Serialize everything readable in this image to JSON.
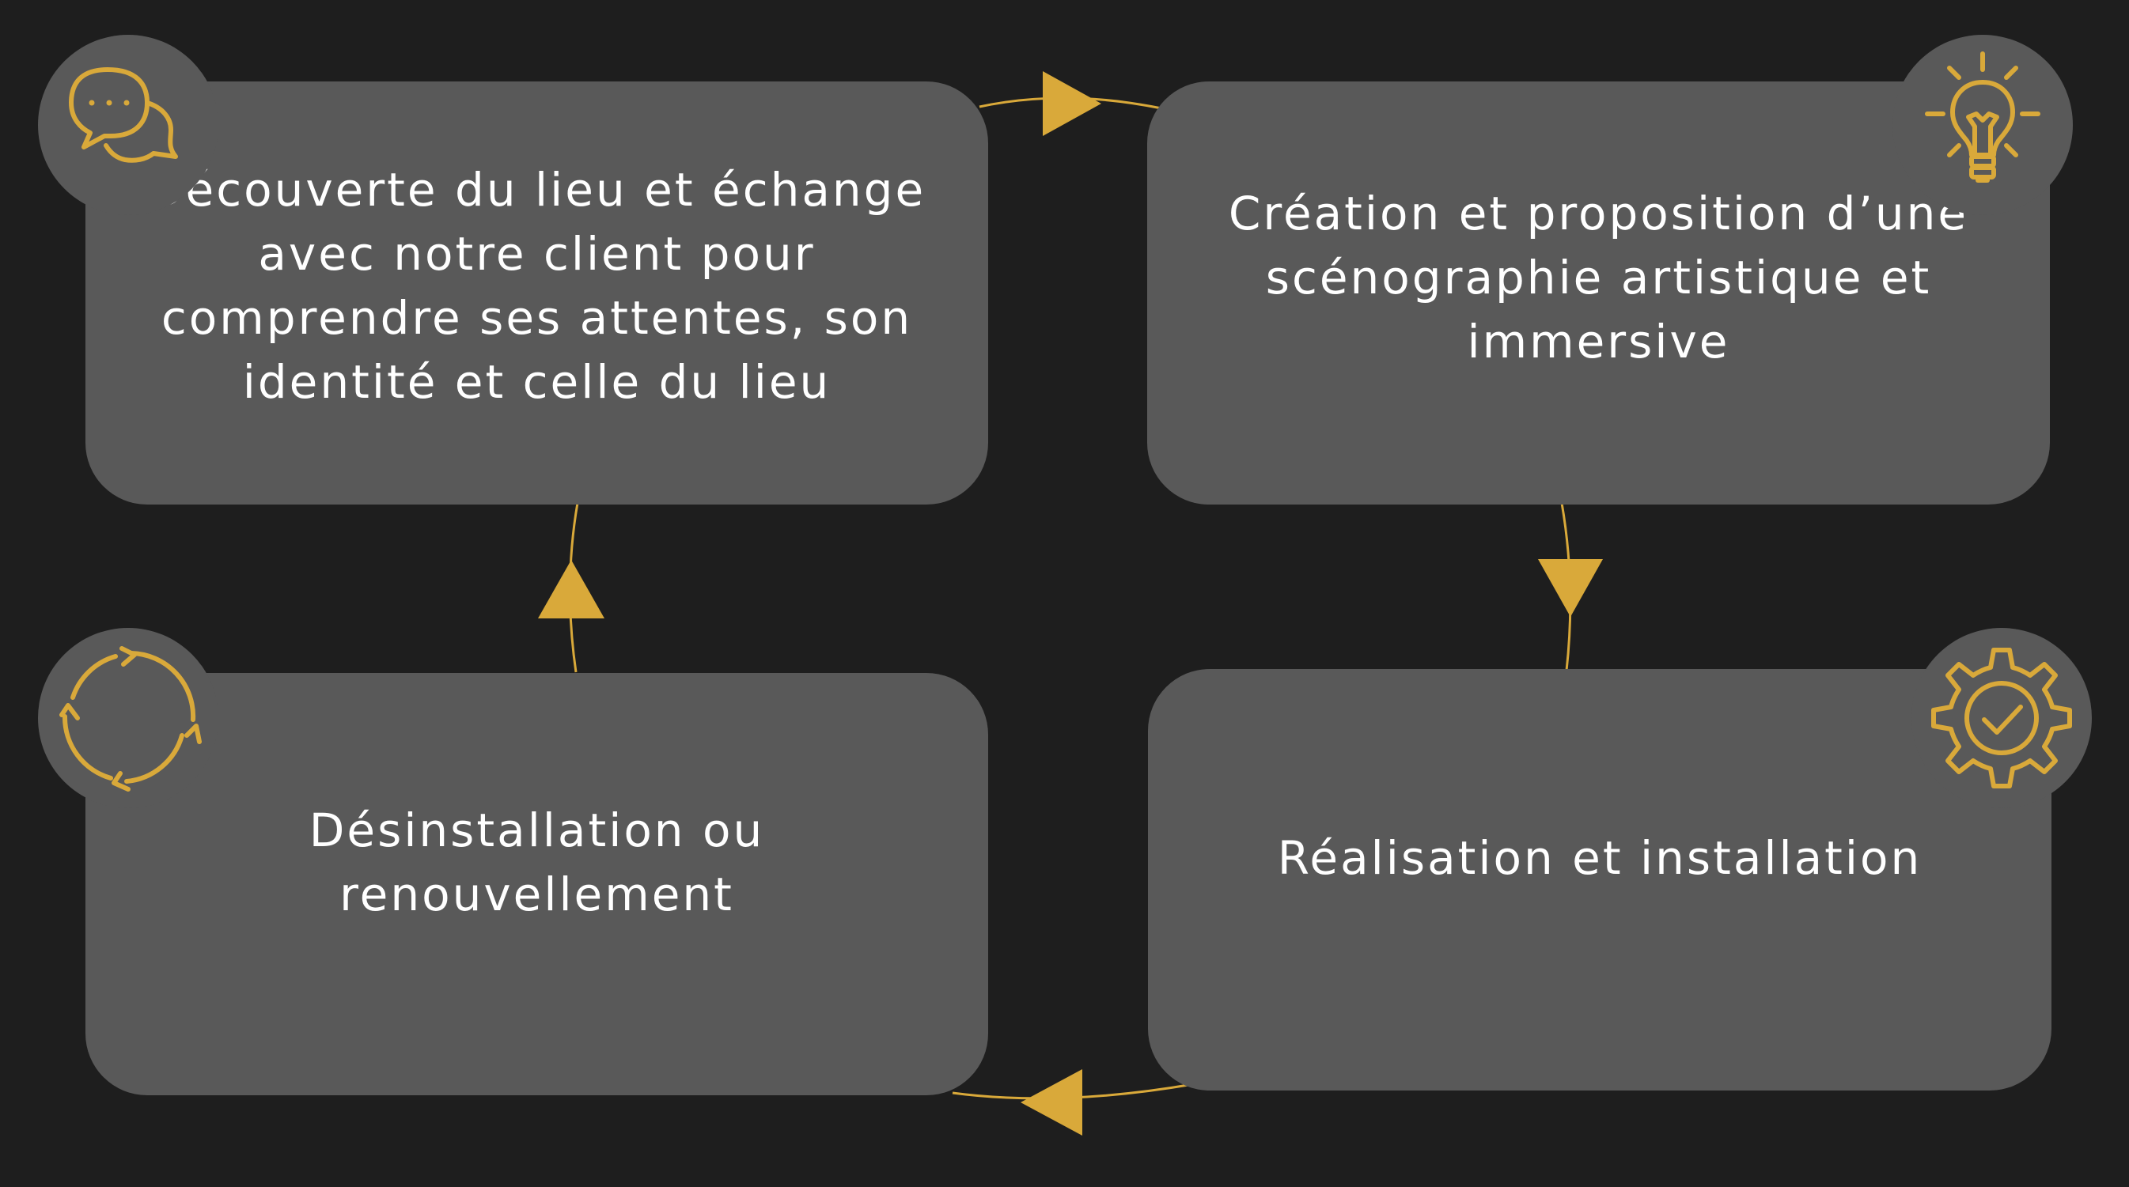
{
  "colors": {
    "background": "#1e1e1e",
    "card": "#595959",
    "accent": "#d9a93a",
    "text": "#ffffff"
  },
  "steps": [
    {
      "text": "Découverte du lieu et échange avec notre client pour comprendre ses attentes, son identité et celle du lieu",
      "icon": "chat-bubbles-icon"
    },
    {
      "text": "Création et proposition d’une scénographie artistique et immersive",
      "icon": "lightbulb-icon"
    },
    {
      "text": "Réalisation et installation",
      "icon": "gear-check-icon"
    },
    {
      "text": "Désinstallation ou renouvellement",
      "icon": "refresh-cycle-icon"
    }
  ],
  "flow_direction": "clockwise"
}
